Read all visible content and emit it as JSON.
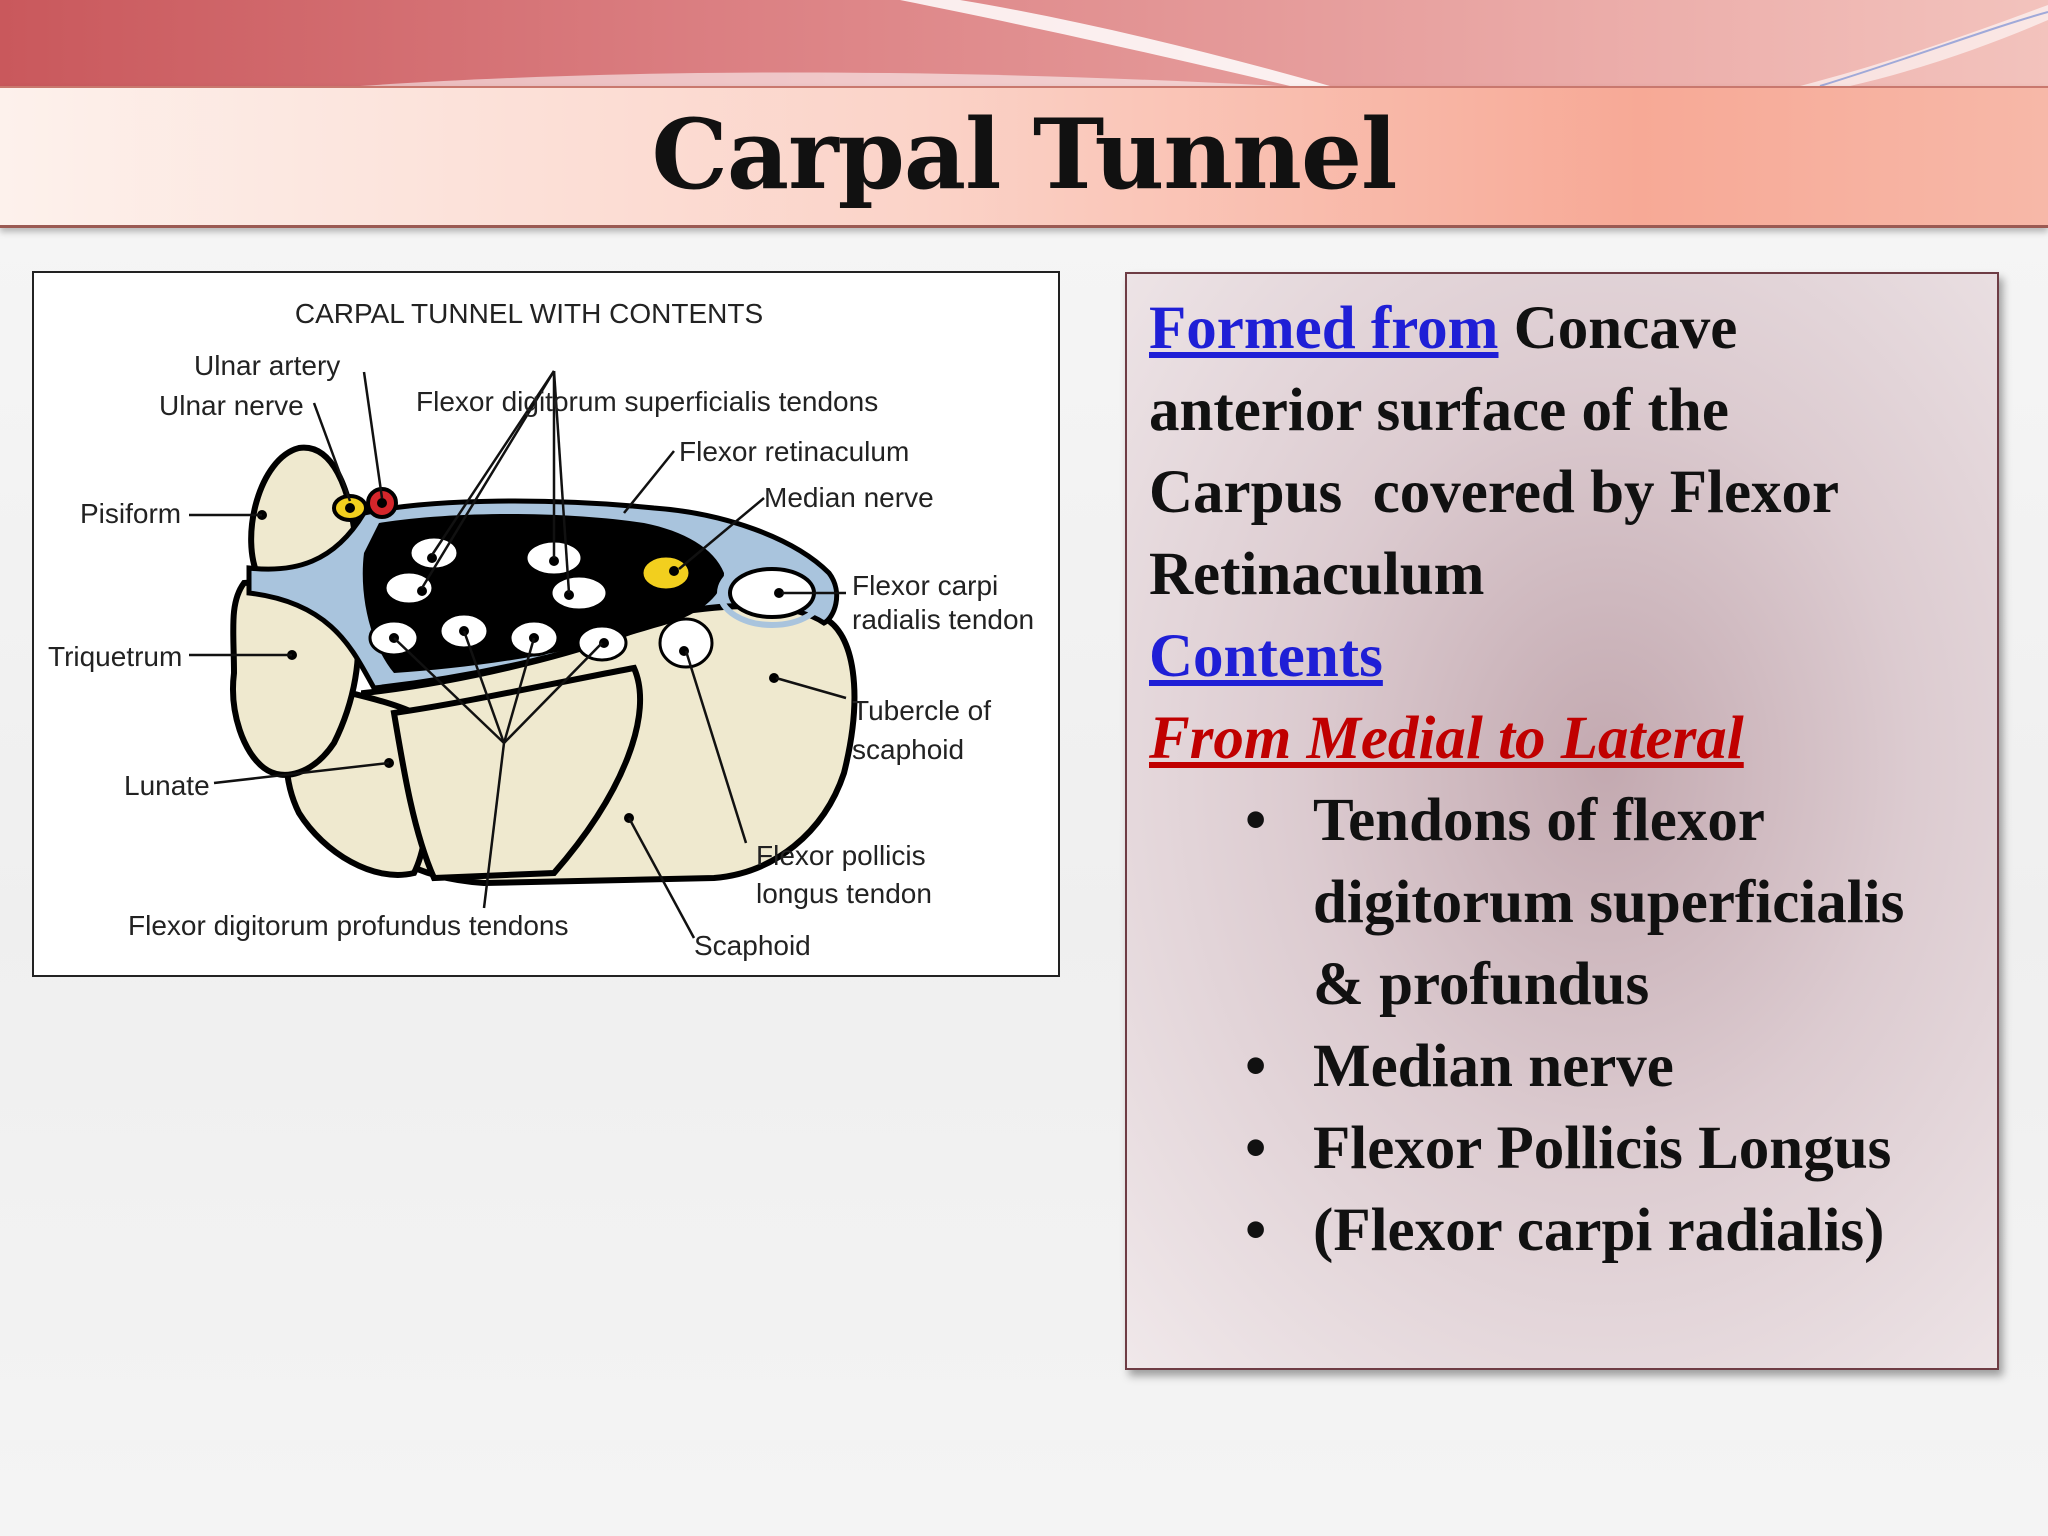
{
  "slide": {
    "title": "Carpal Tunnel"
  },
  "figure": {
    "title": "CARPAL TUNNEL WITH CONTENTS",
    "labels": {
      "ulnar_artery": "Ulnar artery",
      "ulnar_nerve": "Ulnar nerve",
      "fds_tendons": "Flexor digitorum superficialis tendons",
      "flexor_retinaculum": "Flexor retinaculum",
      "median_nerve": "Median nerve",
      "pisiform": "Pisiform",
      "fcr_line1": "Flexor carpi",
      "fcr_line2": "radialis tendon",
      "triquetrum": "Triquetrum",
      "tubercle_line1": "Tubercle of",
      "tubercle_line2": "scaphoid",
      "lunate": "Lunate",
      "fpl_line1": "Flexor pollicis",
      "fpl_line2": "longus tendon",
      "fdp_tendons": "Flexor digitorum profundus tendons",
      "scaphoid": "Scaphoid"
    },
    "colors": {
      "bone": "#efe9cf",
      "retinaculum": "#a9c4dd",
      "tunnel": "#000000",
      "nerve": "#f2cf1e",
      "artery": "#d4262b"
    }
  },
  "content": {
    "formed_from_label": "Formed from",
    "formed_from_text_1": "Concave",
    "formed_from_text_2": "anterior surface of the",
    "formed_from_text_3": "Carpus  covered by Flexor",
    "formed_from_text_4": "Retinaculum",
    "contents_label": "Contents",
    "order_label": "From Medial to Lateral",
    "bullet_symbol": "•",
    "items": [
      {
        "line1": "Tendons of flexor",
        "line2": "digitorum superficialis",
        "line3": "& profundus"
      },
      {
        "line1": "Median nerve"
      },
      {
        "line1": "Flexor Pollicis Longus"
      },
      {
        "line1": "(Flexor carpi radialis)"
      }
    ]
  }
}
